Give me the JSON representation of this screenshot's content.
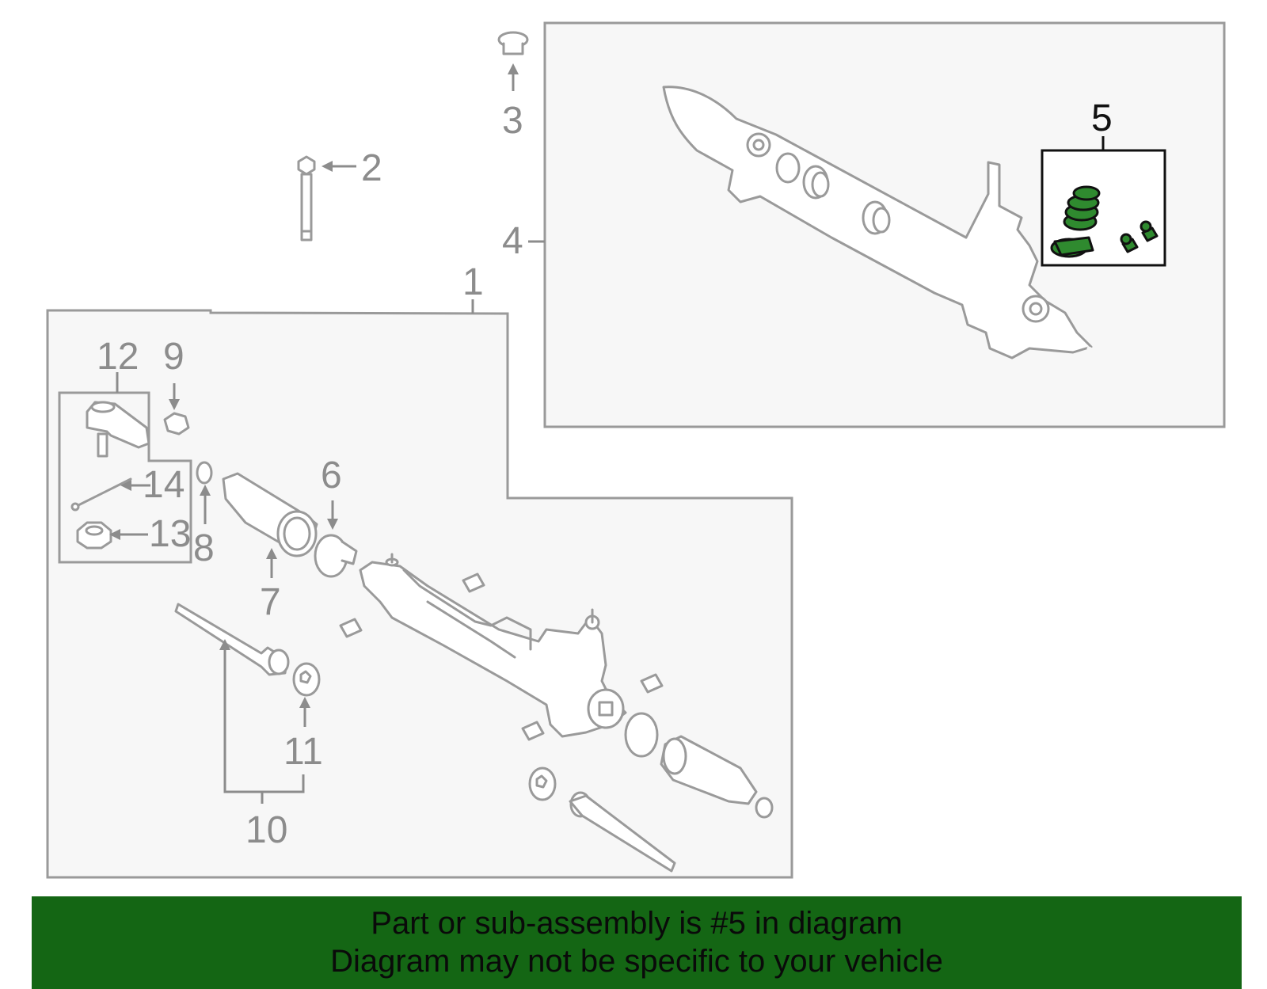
{
  "callouts": {
    "c1": "1",
    "c2": "2",
    "c3": "3",
    "c4": "4",
    "c5": "5",
    "c6": "6",
    "c7": "7",
    "c8": "8",
    "c9": "9",
    "c10": "10",
    "c11": "11",
    "c12": "12",
    "c13": "13",
    "c14": "14"
  },
  "highlighted_callout": "5",
  "banner": {
    "line1": "Part or sub-assembly is #5 in diagram",
    "line2": "Diagram may not be specific to your vehicle"
  },
  "colors": {
    "banner_bg": "#146614",
    "highlight_part": "#2f8a2f",
    "line_gray": "#9a9a9a"
  }
}
